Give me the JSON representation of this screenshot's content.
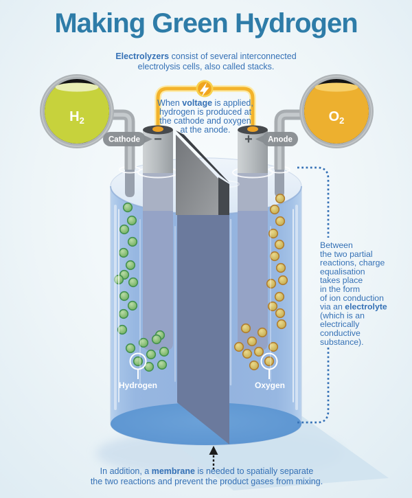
{
  "title": "Making Green Hydrogen",
  "subtitle": {
    "line1_bold": "Electrolyzers",
    "line1_rest": " consist of several interconnected",
    "line2": "electrolysis cells, also called stacks."
  },
  "flasks": {
    "hydrogen": {
      "symbol": "H",
      "subscript": "2"
    },
    "oxygen": {
      "symbol": "O",
      "subscript": "2"
    }
  },
  "terminals": {
    "cathode": {
      "label": "Cathode",
      "sign": "−"
    },
    "anode": {
      "label": "Anode",
      "sign": "+"
    }
  },
  "voltage_callout": {
    "line1_pre": "When ",
    "line1_bold": "voltage",
    "line1_post": " is applied,",
    "line2": "hydrogen is produced at",
    "line3": "the cathode and oxygen",
    "line4": "at the anode."
  },
  "gas_labels": {
    "hydrogen": "Hydrogen",
    "oxygen": "Oxygen"
  },
  "electrolyte_note": {
    "lines": [
      "Between",
      "the two partial",
      "reactions, charge",
      "equalisation",
      "takes place",
      "in the form",
      "of ion conduction"
    ],
    "bold_pre": "via an ",
    "bold": "electrolyte",
    "tail": [
      "(which is an",
      "electrically",
      "conductive",
      "substance)."
    ]
  },
  "membrane_note": {
    "line1_pre": "In addition, a ",
    "line1_bold": "membrane",
    "line1_post": " is needed to spatially separate",
    "line2": "the two reactions and prevent the product gases from mixing."
  },
  "icons": {
    "voltage_icon": "lightning-bolt"
  },
  "colors": {
    "title": "#2e7ca8",
    "body_text": "#3470b5",
    "hydrogen_liquid": "#c7d23c",
    "oxygen_liquid": "#edb02f",
    "wire_yellow": "#f3b32b",
    "bubble_hydrogen": "#7cb96b",
    "bubble_oxygen": "#cdb964",
    "water": "#93b2de",
    "membrane_gray": "#85888b",
    "floor_blue": "#5f98d3"
  }
}
